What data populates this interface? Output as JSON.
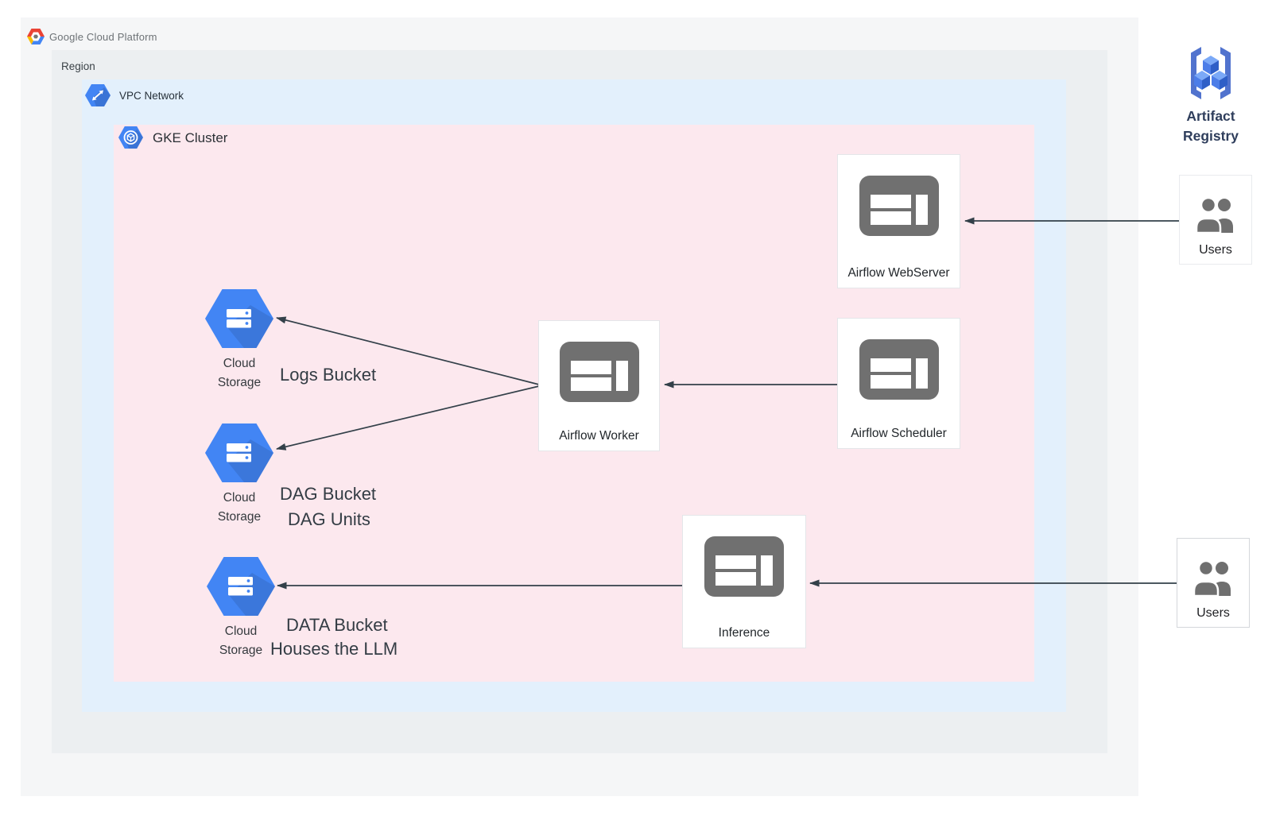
{
  "brand": {
    "label": "Google Cloud Platform"
  },
  "containers": {
    "region": {
      "label": "Region"
    },
    "vpc_network": {
      "label": "VPC Network"
    },
    "gke_cluster": {
      "label": "GKE Cluster"
    }
  },
  "workloads": [
    {
      "label": "Airflow WebServer"
    },
    {
      "label": "Airflow Worker"
    },
    {
      "label": "Airflow Scheduler"
    },
    {
      "label": "Inference"
    }
  ],
  "buckets": [
    {
      "caption": "Cloud Storage",
      "title": "Logs Bucket",
      "subtitle": ""
    },
    {
      "caption": "Cloud Storage",
      "title": "DAG Bucket",
      "subtitle": "DAG Units"
    },
    {
      "caption": "Cloud Storage",
      "title": "DATA Bucket",
      "subtitle": "Houses the LLM"
    }
  ],
  "external": {
    "artifact_registry": {
      "label": "Artifact Registry"
    },
    "users_top": {
      "label": "Users"
    },
    "users_bottom": {
      "label": "Users"
    }
  },
  "connections": [
    {
      "from": "Users (top)",
      "to": "Airflow WebServer"
    },
    {
      "from": "Airflow Scheduler",
      "to": "Airflow Worker"
    },
    {
      "from": "Airflow Worker",
      "to": "Logs Bucket"
    },
    {
      "from": "Airflow Worker",
      "to": "DAG Bucket"
    },
    {
      "from": "Users (bottom)",
      "to": "Inference"
    },
    {
      "from": "Inference",
      "to": "DATA Bucket"
    }
  ],
  "colors": {
    "frame_bg": "#f5f6f7",
    "region_bg": "#eceff1",
    "vpc_bg": "#e3f0fc",
    "gke_bg": "#fce8ee",
    "gcp_blue": "#4285f4",
    "workload_icon_gray": "#707070",
    "arrow": "#334049"
  }
}
